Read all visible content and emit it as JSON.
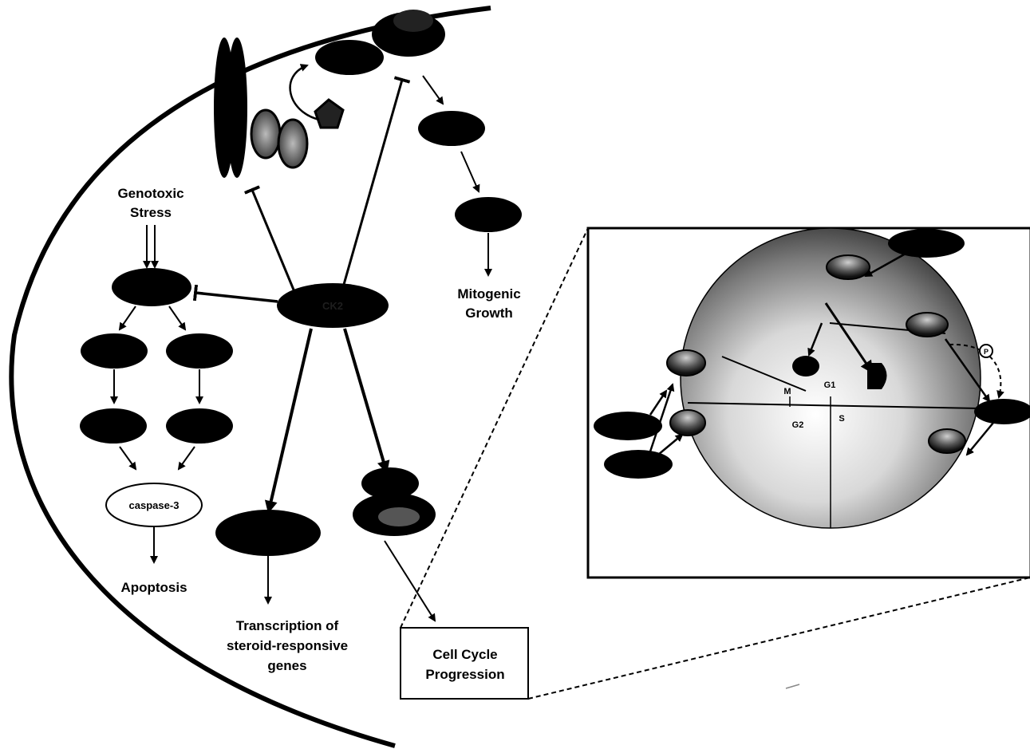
{
  "labels": {
    "genotoxic_line1": "Genotoxic",
    "genotoxic_line2": "Stress",
    "mitogenic_line1": "Mitogenic",
    "mitogenic_line2": "Growth",
    "central_node": "CK2",
    "caspase": "caspase-3",
    "apoptosis": "Apoptosis",
    "transcription_line1": "Transcription of",
    "transcription_line2": "steroid-responsive",
    "transcription_line3": "genes",
    "cell_cycle_line1": "Cell Cycle",
    "cell_cycle_line2": "Progression",
    "phase_g1": "G1",
    "phase_s": "S",
    "phase_g2": "G2",
    "phase_m": "M",
    "phosphate_mark": "P"
  },
  "colors": {
    "node_fill": "#000000",
    "line": "#000000",
    "background": "#ffffff",
    "sphere_light": "#ffffff",
    "sphere_dark": "#3a3a3a"
  }
}
